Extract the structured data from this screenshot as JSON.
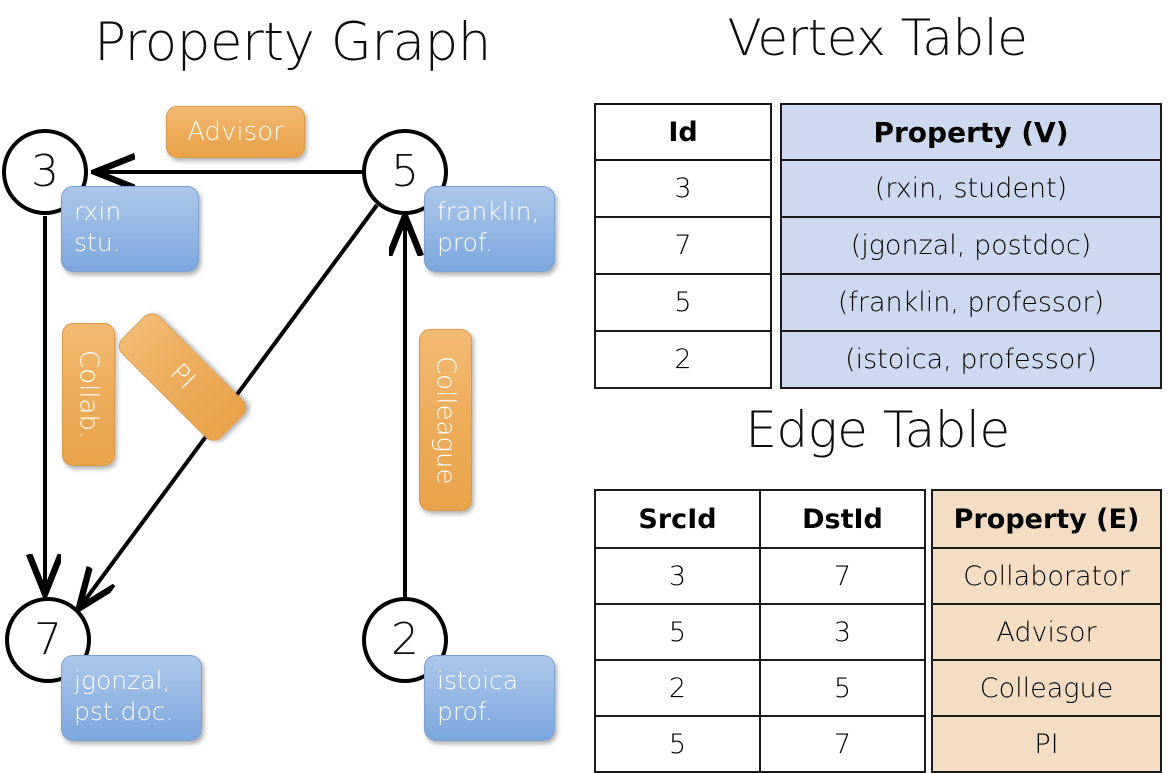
{
  "titles": {
    "property_graph": "Property Graph",
    "vertex_table": "Vertex Table",
    "edge_table": "Edge Table"
  },
  "colors": {
    "vertex_property_fill": "#ccd9ee",
    "edge_property_fill": "#f4ddc5",
    "vertex_box_fill": "#9dbce6",
    "edge_label_fill": "#eeae5c",
    "stroke": "#000000"
  },
  "graph": {
    "nodes": [
      {
        "id": "3",
        "property_label": "rxin\nstu.",
        "property_line1": "rxin",
        "property_line2": "stu."
      },
      {
        "id": "5",
        "property_label": "franklin,\nprof.",
        "property_line1": "franklin,",
        "property_line2": "prof."
      },
      {
        "id": "7",
        "property_label": "jgonzal,\npst.doc.",
        "property_line1": "jgonzal,",
        "property_line2": "pst.doc."
      },
      {
        "id": "2",
        "property_label": "istoica\nprof.",
        "property_line1": "istoica",
        "property_line2": "prof."
      }
    ],
    "edge_labels": [
      {
        "name": "advisor",
        "text": "Advisor",
        "orientation": "horizontal"
      },
      {
        "name": "collab",
        "text": "Collab.",
        "orientation": "vertical"
      },
      {
        "name": "pi",
        "text": "PI",
        "orientation": "rotated"
      },
      {
        "name": "colleague",
        "text": "Colleague",
        "orientation": "vertical"
      }
    ],
    "edges": [
      {
        "src": "5",
        "dst": "3",
        "label": "Advisor"
      },
      {
        "src": "3",
        "dst": "7",
        "label": "Collab."
      },
      {
        "src": "5",
        "dst": "7",
        "label": "PI"
      },
      {
        "src": "2",
        "dst": "5",
        "label": "Colleague"
      }
    ]
  },
  "vertex_table": {
    "headers": {
      "id": "Id",
      "property": "Property (V)"
    },
    "rows": [
      {
        "id": "3",
        "property": "(rxin, student)"
      },
      {
        "id": "7",
        "property": "(jgonzal, postdoc)"
      },
      {
        "id": "5",
        "property": "(franklin, professor)"
      },
      {
        "id": "2",
        "property": "(istoica, professor)"
      }
    ]
  },
  "edge_table": {
    "headers": {
      "src": "SrcId",
      "dst": "DstId",
      "property": "Property (E)"
    },
    "rows": [
      {
        "src": "3",
        "dst": "7",
        "property": "Collaborator"
      },
      {
        "src": "5",
        "dst": "3",
        "property": "Advisor"
      },
      {
        "src": "2",
        "dst": "5",
        "property": "Colleague"
      },
      {
        "src": "5",
        "dst": "7",
        "property": "PI"
      }
    ]
  }
}
